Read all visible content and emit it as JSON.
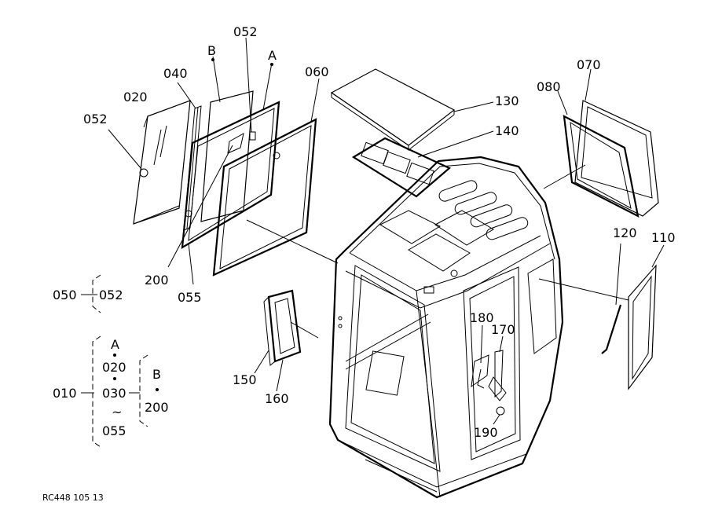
{
  "labels": {
    "p020": "020",
    "p052_left": "052",
    "p040": "040",
    "p052_top": "052",
    "refB_top": "B",
    "refA_top": "A",
    "p060": "060",
    "p130": "130",
    "p140": "140",
    "p080": "080",
    "p070": "070",
    "p120": "120",
    "p110": "110",
    "p200_main": "200",
    "p055_main": "055",
    "p150": "150",
    "p160": "160",
    "p180": "180",
    "p170": "170",
    "p190": "190"
  },
  "legend": {
    "g050": "050",
    "g052": "052",
    "g010": "010",
    "refA": "A",
    "g020": "020",
    "g030": "030",
    "tilde": "~",
    "g055": "055",
    "refB": "B",
    "g200": "200"
  },
  "drawing_code": "RC448 105 13"
}
